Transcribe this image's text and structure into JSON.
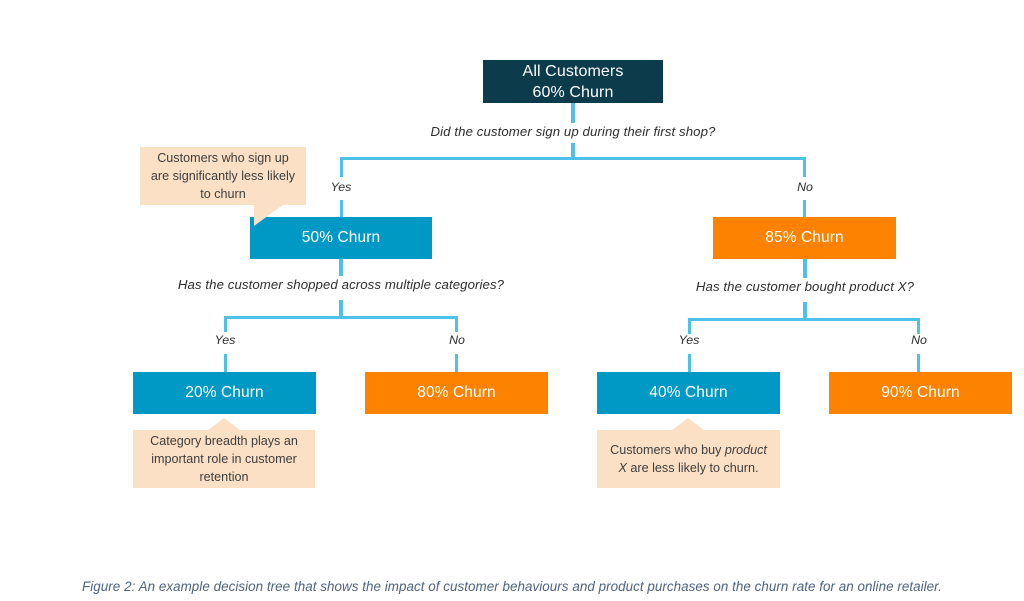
{
  "figure": {
    "caption": "Figure 2: An example decision tree that shows the impact of customer behaviours and product purchases on the churn rate for an online retailer."
  },
  "colors": {
    "root_node": "#0c3c4c",
    "low_churn_node": "#0099c6",
    "high_churn_node": "#fc8200",
    "connector": "#4fc0e8",
    "callout_background": "#fce0c6",
    "caption_text": "#4f6480",
    "node_text": "#ffffff",
    "background": "#ffffff"
  },
  "tree": {
    "root": {
      "title": "All Customers",
      "value": "60% Churn"
    },
    "questions": {
      "q1": "Did the customer sign up during their first shop?",
      "q2_left": "Has the customer shopped across multiple categories?",
      "q2_right": "Has the customer bought product X?"
    },
    "branch_labels": {
      "l1_yes": "Yes",
      "l1_no": "No",
      "l2_left_yes": "Yes",
      "l2_left_no": "No",
      "l2_right_yes": "Yes",
      "l2_right_no": "No"
    },
    "nodes": {
      "signup_yes": "50% Churn",
      "signup_no": "85% Churn",
      "multi_cat_yes": "20% Churn",
      "multi_cat_no": "80% Churn",
      "product_x_yes": "40% Churn",
      "product_x_no": "90% Churn"
    }
  },
  "callouts": {
    "signup": "Customers who sign up are significantly less likely to churn",
    "category_breadth": "Category breadth plays an important role in customer retention",
    "product_x": {
      "prefix": "Customers who buy ",
      "emphasis": "product X",
      "suffix": " are less likely to churn."
    }
  },
  "chart_data": {
    "type": "diagram",
    "title": "Decision tree – customer churn",
    "root": {
      "label": "All Customers",
      "churn": 60
    },
    "splits": [
      {
        "question": "Did the customer sign up during their first shop?",
        "children": [
          {
            "branch": "Yes",
            "churn": 50
          },
          {
            "branch": "No",
            "churn": 85
          }
        ]
      },
      {
        "question": "Has the customer shopped across multiple categories?",
        "parent_churn": 50,
        "children": [
          {
            "branch": "Yes",
            "churn": 20
          },
          {
            "branch": "No",
            "churn": 80
          }
        ]
      },
      {
        "question": "Has the customer bought product X?",
        "parent_churn": 85,
        "children": [
          {
            "branch": "Yes",
            "churn": 40
          },
          {
            "branch": "No",
            "churn": 90
          }
        ]
      }
    ]
  }
}
